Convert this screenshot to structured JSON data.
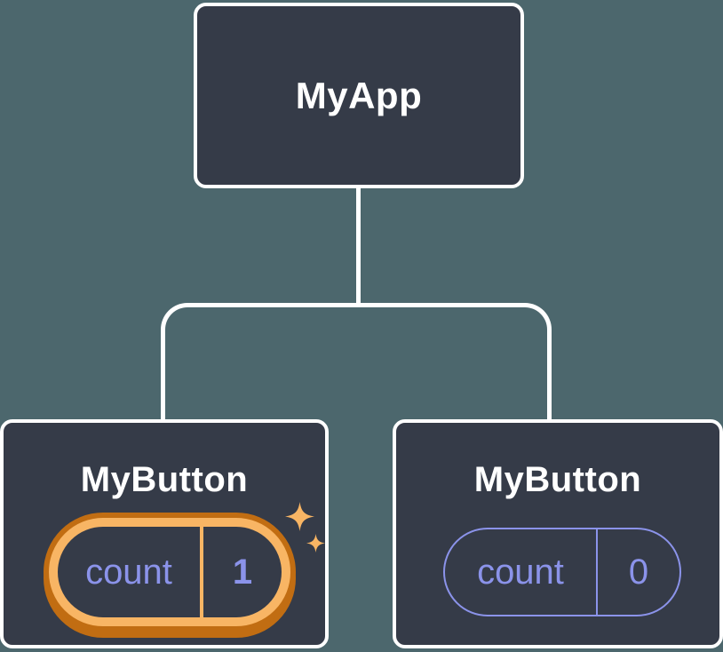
{
  "colors": {
    "background": "#4C676D",
    "node_fill": "#353B48",
    "node_border": "#FFFFFF",
    "connector": "#FFFFFF",
    "label_text": "#FFFFFF",
    "state_text": "#8B93EA",
    "highlight_ring_light": "#F8B564",
    "highlight_ring_dark": "#C16D12",
    "sparkle": "#F8B564"
  },
  "tree": {
    "root": {
      "label": "MyApp"
    },
    "children": [
      {
        "label": "MyButton",
        "state": {
          "name": "count",
          "value": "1"
        },
        "highlighted": true,
        "icon": "sparkles-icon"
      },
      {
        "label": "MyButton",
        "state": {
          "name": "count",
          "value": "0"
        },
        "highlighted": false
      }
    ]
  }
}
